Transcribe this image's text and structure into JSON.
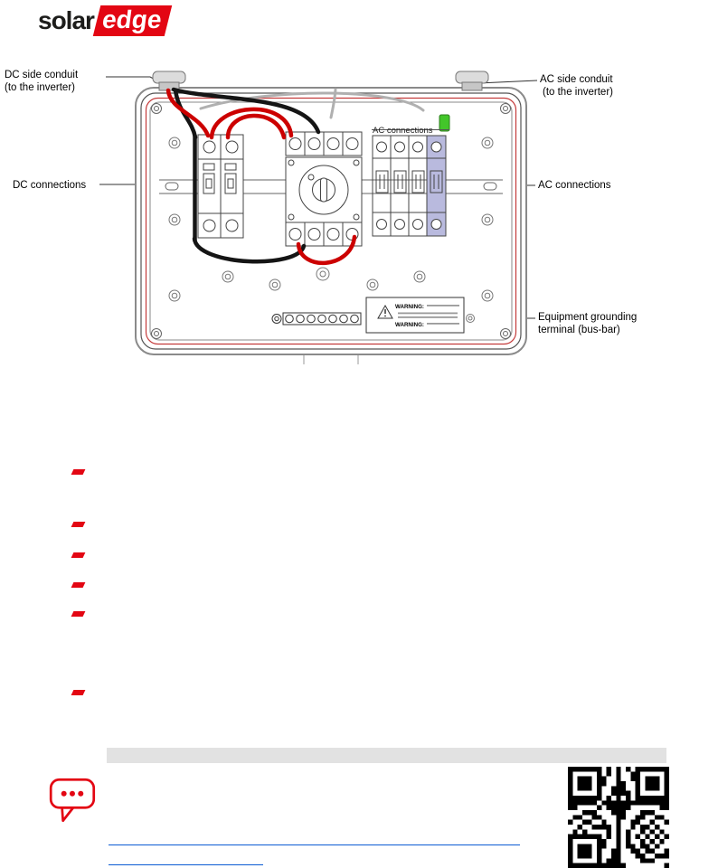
{
  "logo": {
    "part1": "solar",
    "part2": "edge"
  },
  "figure": {
    "dc_conduit": {
      "line1": "DC side conduit",
      "line2": "(to the inverter)"
    },
    "ac_conduit": {
      "line1": "AC side conduit",
      "line2": "(to the inverter)"
    },
    "dc_connections": "DC connections",
    "ac_connections": "AC connections",
    "grounding": {
      "line1": "Equipment grounding",
      "line2": "terminal (bus-bar)"
    },
    "embedded_ac_label": "AC connections",
    "warning1": "WARNING:",
    "warning2": "WARNING:"
  },
  "colors": {
    "brand_red": "#e30613",
    "link_blue": "#0b5bd3",
    "highlight_module": "#b9bade",
    "led_green": "#43c62a",
    "gasket_red": "#c43b3b"
  }
}
